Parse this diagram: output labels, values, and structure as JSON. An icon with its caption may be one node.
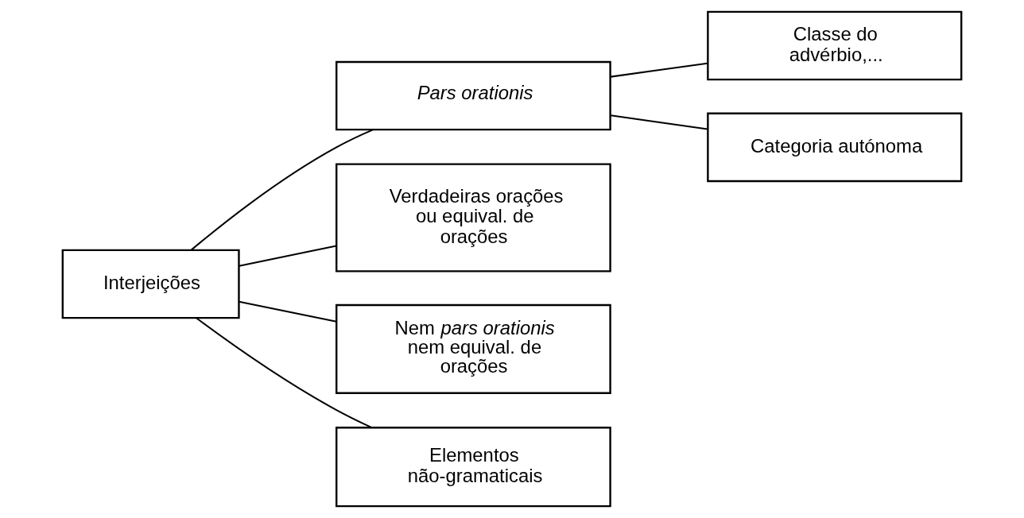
{
  "diagram": {
    "nodes": [
      {
        "text": [
          "Interjeições"
        ]
      },
      {
        "text": [
          "Pars orationis"
        ]
      },
      {
        "text": [
          "Classe do advérbio,..."
        ]
      },
      {
        "text": [
          "Categoria autónoma"
        ]
      },
      {
        "text": [
          "Verdadeiras orações ou equival. de orações"
        ]
      },
      {
        "text": [
          "Nem *pars orationis* nem equival. de orações"
        ]
      },
      {
        "text": [
          "Elementos não-gramaticais"
        ]
      }
    ],
    "edges": [
      {
        "from": 0,
        "to": 1,
        "arrow": "none"
      },
      {
        "from": 0,
        "to": 4,
        "arrow": "none"
      },
      {
        "from": 0,
        "to": 5,
        "arrow": "none"
      },
      {
        "from": 0,
        "to": 6,
        "arrow": "none"
      },
      {
        "from": 1,
        "to": 2,
        "arrow": "none"
      },
      {
        "from": 1,
        "to": 3,
        "arrow": "none"
      }
    ]
  }
}
